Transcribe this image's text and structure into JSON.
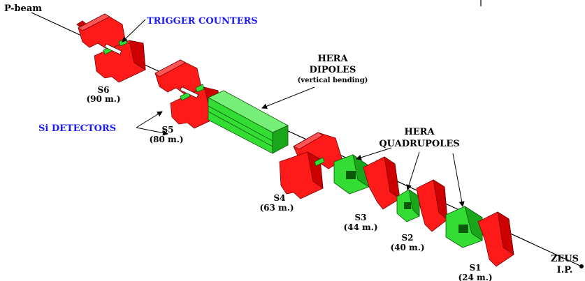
{
  "labels": {
    "pbeam": "P-beam",
    "trigger": "TRIGGER COUNTERS",
    "si": "Si DETECTORS",
    "dipoles_1": "HERA",
    "dipoles_2": "DIPOLES",
    "dipoles_3": "(vertical bending)",
    "quads_1": "HERA",
    "quads_2": "QUADRUPOLES",
    "zeus_1": "ZEUS",
    "zeus_2": "I.P."
  },
  "stations": [
    {
      "name": "S6",
      "distance": "(90 m.)"
    },
    {
      "name": "S5",
      "distance": "(80 m.)"
    },
    {
      "name": "S4",
      "distance": "(63 m.)"
    },
    {
      "name": "S3",
      "distance": "(44 m.)"
    },
    {
      "name": "S2",
      "distance": "(40 m.)"
    },
    {
      "name": "S1",
      "distance": "(24 m.)"
    }
  ],
  "colors": {
    "station": "#ff1a1a",
    "magnet": "#33dd33",
    "detector_label": "#1a1aff"
  }
}
